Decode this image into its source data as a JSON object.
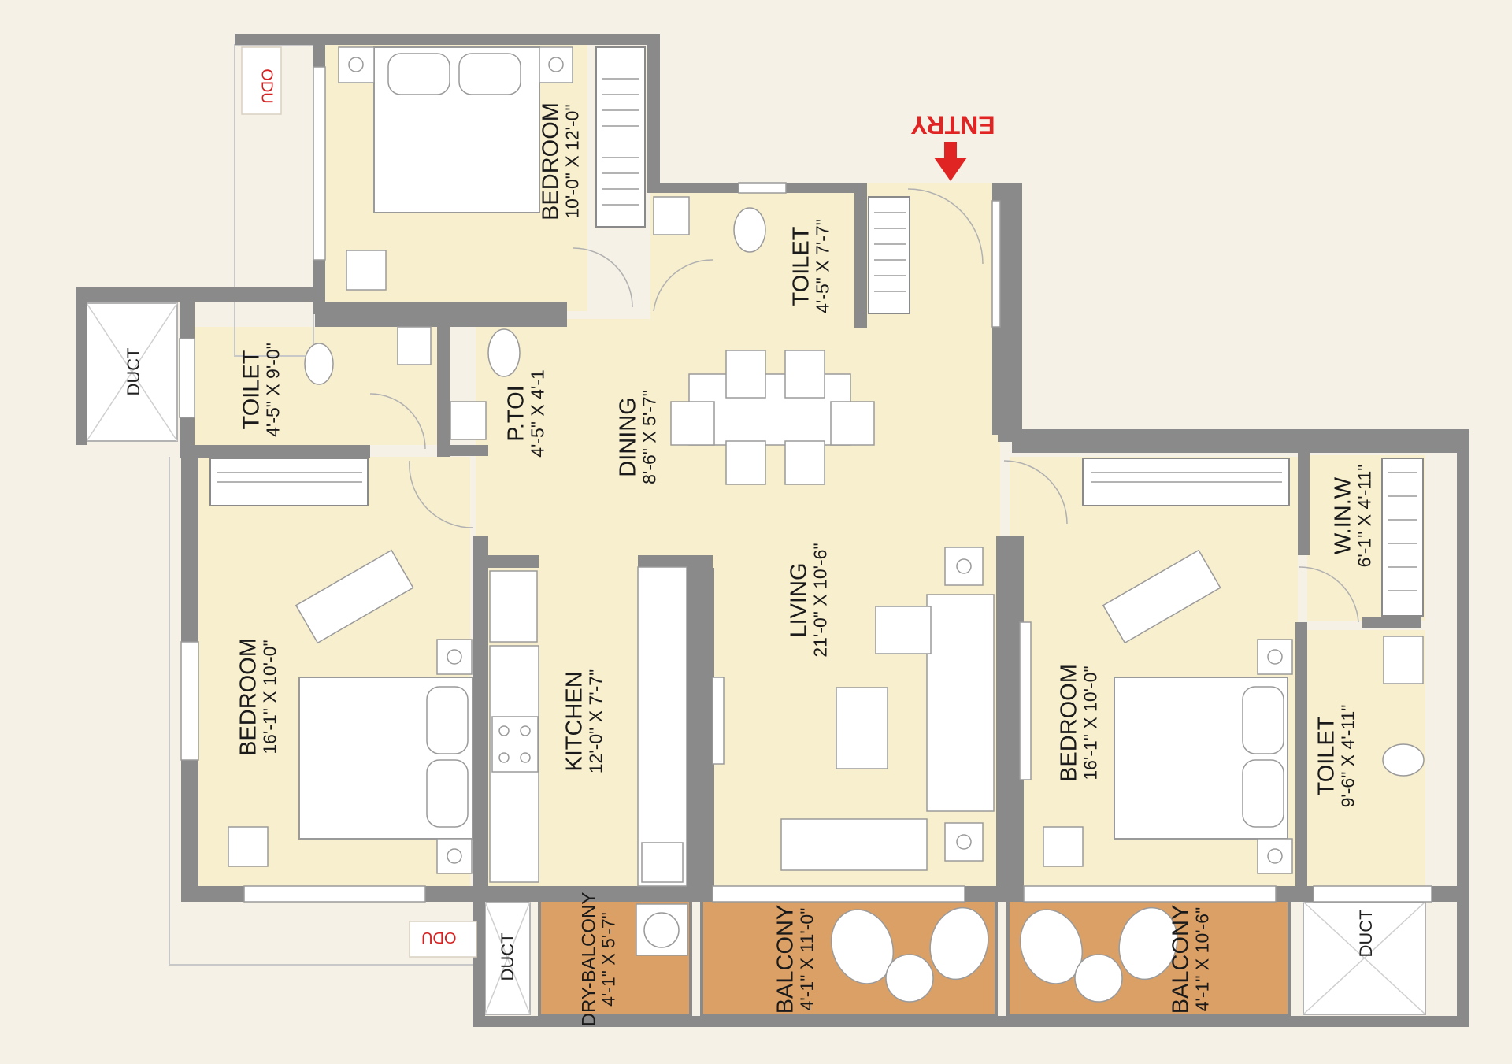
{
  "colors": {
    "background": "#f6f1e6",
    "floor": "#f8efcf",
    "wall": "#8a8a8a",
    "balcony": "#dba066",
    "fixture": "#ffffff",
    "line": "#b3b3b3",
    "entry_arrow": "#e02424",
    "odu_text": "#d42020"
  },
  "entry": {
    "label": "ENTRY"
  },
  "odu_labels": [
    "ODU",
    "ODU"
  ],
  "rooms": {
    "bedroom_top": {
      "name": "BEDROOM",
      "dims": "10'-0\" X 12'-0\""
    },
    "toilet_top": {
      "name": "TOILET",
      "dims": "4'-5\" X 7'-7\""
    },
    "toilet_left": {
      "name": "TOILET",
      "dims": "4'-5\" X 9'-0\""
    },
    "powder_toilet": {
      "name": "P.TOI",
      "dims": "4'-5\" X 4'-1"
    },
    "dining": {
      "name": "DINING",
      "dims": "8'-6\" X 5'-7\""
    },
    "living": {
      "name": "LIVING",
      "dims": "21'-0\" X 10'-6\""
    },
    "kitchen": {
      "name": "KITCHEN",
      "dims": "12'-0\" X 7'-7\""
    },
    "bedroom_left": {
      "name": "BEDROOM",
      "dims": "16'-1\" X 10'-0\""
    },
    "bedroom_right": {
      "name": "BEDROOM",
      "dims": "16'-1\" X 10'-0\""
    },
    "win": {
      "name": "W.IN.W",
      "dims": "6'-1\" X 4'-11\""
    },
    "toilet_right": {
      "name": "TOILET",
      "dims": "9'-6\" X 4'-11\""
    },
    "dry_balcony": {
      "name": "DRY-BALCONY",
      "dims": "4'-1\" X 5'-7\""
    },
    "balcony_mid": {
      "name": "BALCONY",
      "dims": "4'-1\" X 11'-0\""
    },
    "balcony_right": {
      "name": "BALCONY",
      "dims": "4'-1\" X 10'-6\""
    }
  },
  "ducts": [
    "DUCT",
    "DUCT",
    "DUCT"
  ]
}
